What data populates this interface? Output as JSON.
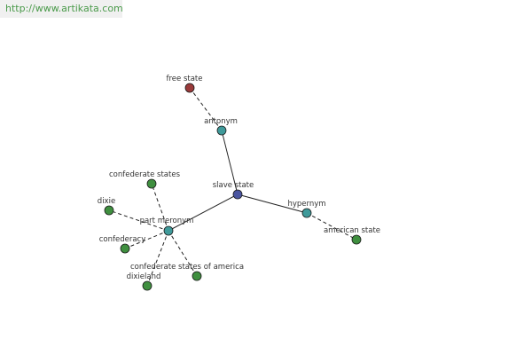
{
  "header": {
    "url": "http://www.artikata.com"
  },
  "colors": {
    "center": "#4a55a0",
    "relation": "#3f9a9a",
    "leaf": "#3f8f3f",
    "antonym_leaf": "#9a3a3a"
  },
  "nodes": [
    {
      "id": "slave-state",
      "label": "slave state",
      "kind": "center"
    },
    {
      "id": "antonym",
      "label": "antonym",
      "kind": "relation"
    },
    {
      "id": "free-state",
      "label": "free state",
      "kind": "antonym_leaf"
    },
    {
      "id": "hypernym",
      "label": "hypernym",
      "kind": "relation"
    },
    {
      "id": "american-state",
      "label": "american state",
      "kind": "leaf"
    },
    {
      "id": "part-meronym",
      "label": "part meronym",
      "kind": "relation"
    },
    {
      "id": "confederate-states",
      "label": "confederate states",
      "kind": "leaf"
    },
    {
      "id": "dixie",
      "label": "dixie",
      "kind": "leaf"
    },
    {
      "id": "confederacy",
      "label": "confederacy",
      "kind": "leaf"
    },
    {
      "id": "dixieland",
      "label": "dixieland",
      "kind": "leaf"
    },
    {
      "id": "confederate-states-of-america",
      "label": "confederate states of america",
      "kind": "leaf"
    }
  ],
  "edges": [
    {
      "from": "slave-state",
      "to": "antonym",
      "style": "solid"
    },
    {
      "from": "antonym",
      "to": "free-state",
      "style": "dashed"
    },
    {
      "from": "slave-state",
      "to": "hypernym",
      "style": "solid"
    },
    {
      "from": "hypernym",
      "to": "american-state",
      "style": "dashed"
    },
    {
      "from": "slave-state",
      "to": "part-meronym",
      "style": "solid"
    },
    {
      "from": "part-meronym",
      "to": "confederate-states",
      "style": "dashed"
    },
    {
      "from": "part-meronym",
      "to": "dixie",
      "style": "dashed"
    },
    {
      "from": "part-meronym",
      "to": "confederacy",
      "style": "dashed"
    },
    {
      "from": "part-meronym",
      "to": "dixieland",
      "style": "dashed"
    },
    {
      "from": "part-meronym",
      "to": "confederate-states-of-america",
      "style": "dashed"
    }
  ]
}
